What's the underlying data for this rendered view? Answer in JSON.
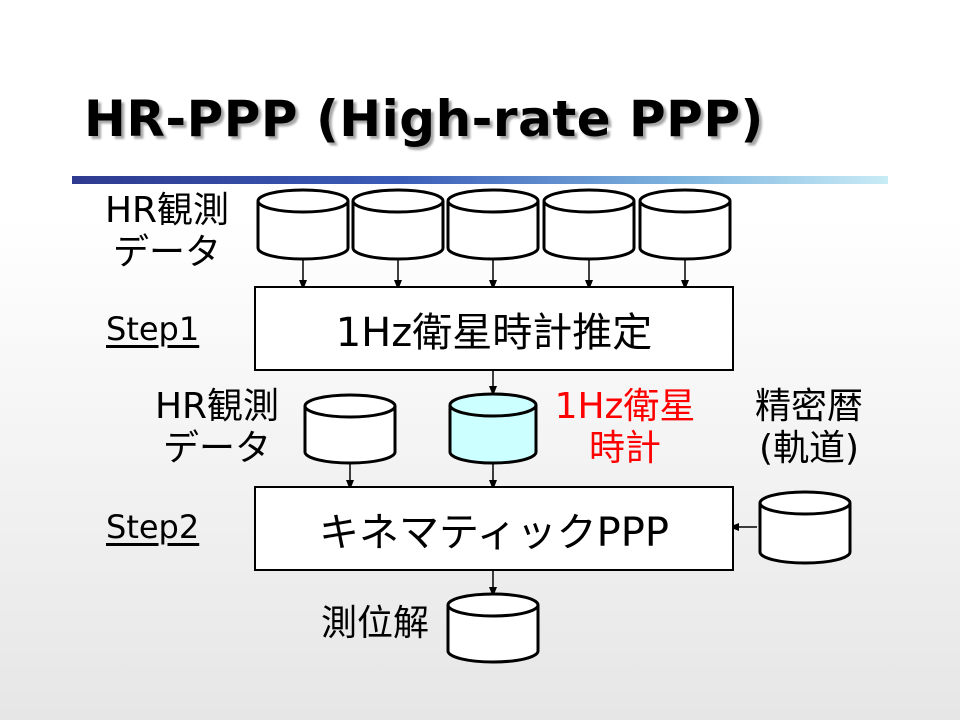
{
  "title": "HR-PPP (High-rate PPP)",
  "hr_obs_top": {
    "line1": "HR観測",
    "line2": "データ"
  },
  "step1": {
    "label": "Step1",
    "process": "1Hz衛星時計推定"
  },
  "hr_obs_mid": {
    "line1": "HR観測",
    "line2": "データ"
  },
  "clock_output": {
    "line1": "1Hz衛星",
    "line2": "時計",
    "color": "#ff0000"
  },
  "precise_ephemeris": {
    "line1": "精密暦",
    "line2": "(軌道)"
  },
  "step2": {
    "label": "Step2",
    "process": "キネマティックPPP"
  },
  "solution": {
    "label": "測位解"
  },
  "colors": {
    "clock_db_fill": "#ccffff",
    "title_rule_start": "#2e3a8f",
    "title_rule_end": "#c9ecf6"
  }
}
